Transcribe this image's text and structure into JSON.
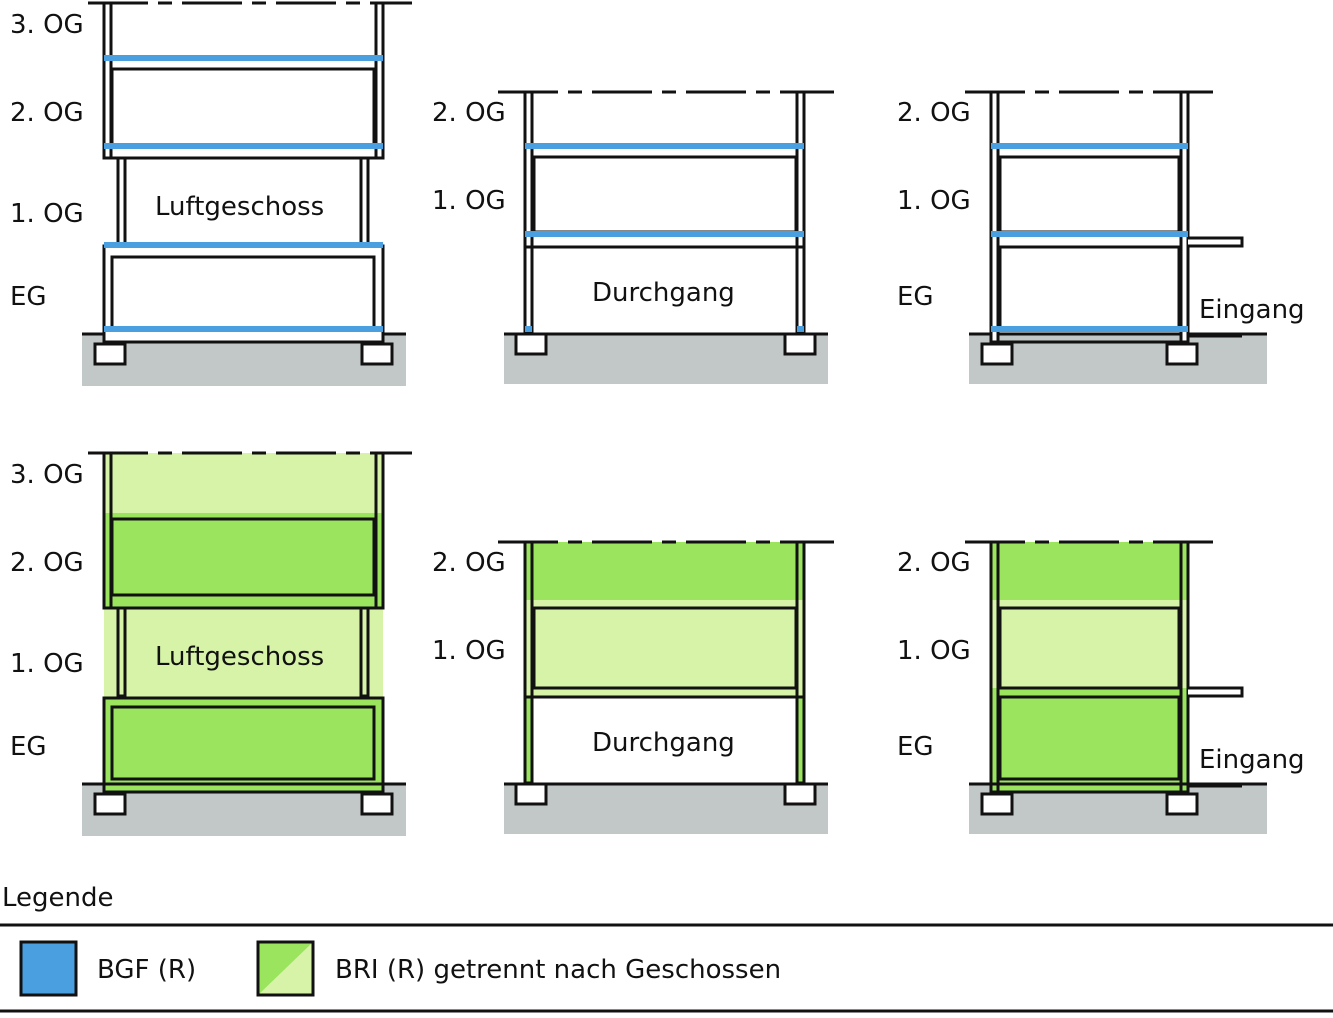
{
  "colors": {
    "bgf": "#4a9fe0",
    "bri_dark": "#9ae45e",
    "bri_light": "#d6f3a8",
    "ground": "#c2c8c8",
    "line": "#111111"
  },
  "diagrams": {
    "row1": {
      "left": {
        "floors": [
          "3. OG",
          "2. OG",
          "1. OG",
          "EG"
        ],
        "inner_label": "Luftgeschoss"
      },
      "middle": {
        "floors": [
          "2. OG",
          "1. OG"
        ],
        "inner_label": "Durchgang"
      },
      "right": {
        "floors": [
          "2. OG",
          "1. OG",
          "EG"
        ],
        "inner_label": "Eingang"
      }
    },
    "row2": {
      "left": {
        "floors": [
          "3. OG",
          "2. OG",
          "1. OG",
          "EG"
        ],
        "inner_label": "Luftgeschoss"
      },
      "middle": {
        "floors": [
          "2. OG",
          "1. OG"
        ],
        "inner_label": "Durchgang"
      },
      "right": {
        "floors": [
          "2. OG",
          "1. OG",
          "EG"
        ],
        "inner_label": "Eingang"
      }
    }
  },
  "legend": {
    "title": "Legende",
    "items": [
      {
        "label": "BGF (R)",
        "icon": "blue-swatch"
      },
      {
        "label": "BRI (R) getrennt nach Geschossen",
        "icon": "green-split-swatch"
      }
    ]
  }
}
